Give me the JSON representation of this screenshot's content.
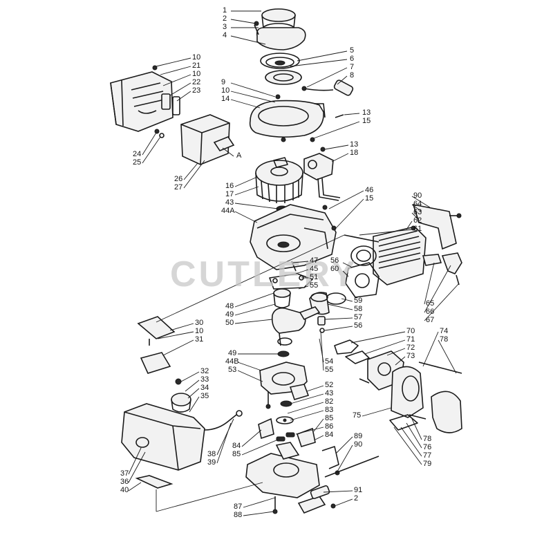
{
  "watermark": "CUTLERY",
  "labels": [
    {
      "id": "l1",
      "text": "1"
    },
    {
      "id": "l2",
      "text": "2"
    },
    {
      "id": "l3",
      "text": "3"
    },
    {
      "id": "l4",
      "text": "4"
    },
    {
      "id": "l5",
      "text": "5"
    },
    {
      "id": "l6",
      "text": "6"
    },
    {
      "id": "l7",
      "text": "7"
    },
    {
      "id": "l8",
      "text": "8"
    },
    {
      "id": "l9",
      "text": "9"
    },
    {
      "id": "l10a",
      "text": "10"
    },
    {
      "id": "l14",
      "text": "14"
    },
    {
      "id": "l13a",
      "text": "13"
    },
    {
      "id": "l15a",
      "text": "15"
    },
    {
      "id": "l10b",
      "text": "10"
    },
    {
      "id": "l21",
      "text": "21"
    },
    {
      "id": "l10c",
      "text": "10"
    },
    {
      "id": "l22",
      "text": "22"
    },
    {
      "id": "l23",
      "text": "23"
    },
    {
      "id": "l24",
      "text": "24"
    },
    {
      "id": "l25",
      "text": "25"
    },
    {
      "id": "l26",
      "text": "26"
    },
    {
      "id": "l27",
      "text": "27"
    },
    {
      "id": "lA",
      "text": "A"
    },
    {
      "id": "l13b",
      "text": "13"
    },
    {
      "id": "l18",
      "text": "18"
    },
    {
      "id": "l16",
      "text": "16"
    },
    {
      "id": "l17",
      "text": "17"
    },
    {
      "id": "l43a",
      "text": "43"
    },
    {
      "id": "l44A",
      "text": "44A"
    },
    {
      "id": "l46",
      "text": "46"
    },
    {
      "id": "l15b",
      "text": "15"
    },
    {
      "id": "l90a",
      "text": "90"
    },
    {
      "id": "l64",
      "text": "64"
    },
    {
      "id": "l63",
      "text": "63"
    },
    {
      "id": "l62",
      "text": "62"
    },
    {
      "id": "l61",
      "text": "61"
    },
    {
      "id": "l47",
      "text": "47"
    },
    {
      "id": "l45",
      "text": "45"
    },
    {
      "id": "l51",
      "text": "51"
    },
    {
      "id": "l55a",
      "text": "55"
    },
    {
      "id": "l56a",
      "text": "56"
    },
    {
      "id": "l60",
      "text": "60"
    },
    {
      "id": "l48",
      "text": "48"
    },
    {
      "id": "l49a",
      "text": "49"
    },
    {
      "id": "l50",
      "text": "50"
    },
    {
      "id": "l59",
      "text": "59"
    },
    {
      "id": "l58",
      "text": "58"
    },
    {
      "id": "l57",
      "text": "57"
    },
    {
      "id": "l56b",
      "text": "56"
    },
    {
      "id": "l65",
      "text": "65"
    },
    {
      "id": "l66",
      "text": "66"
    },
    {
      "id": "l67",
      "text": "67"
    },
    {
      "id": "l30",
      "text": "30"
    },
    {
      "id": "l10d",
      "text": "10"
    },
    {
      "id": "l31",
      "text": "31"
    },
    {
      "id": "l70",
      "text": "70"
    },
    {
      "id": "l71",
      "text": "71"
    },
    {
      "id": "l72",
      "text": "72"
    },
    {
      "id": "l73",
      "text": "73"
    },
    {
      "id": "l74",
      "text": "74"
    },
    {
      "id": "l78a",
      "text": "78"
    },
    {
      "id": "l49b",
      "text": "49"
    },
    {
      "id": "l44B",
      "text": "44B"
    },
    {
      "id": "l53",
      "text": "53"
    },
    {
      "id": "l54",
      "text": "54"
    },
    {
      "id": "l55b",
      "text": "55"
    },
    {
      "id": "l32",
      "text": "32"
    },
    {
      "id": "l33",
      "text": "33"
    },
    {
      "id": "l34",
      "text": "34"
    },
    {
      "id": "l35",
      "text": "35"
    },
    {
      "id": "l52",
      "text": "52"
    },
    {
      "id": "l43b",
      "text": "43"
    },
    {
      "id": "l82",
      "text": "82"
    },
    {
      "id": "l83",
      "text": "83"
    },
    {
      "id": "l75",
      "text": "75"
    },
    {
      "id": "l85a",
      "text": "85"
    },
    {
      "id": "l86",
      "text": "86"
    },
    {
      "id": "l84a",
      "text": "84"
    },
    {
      "id": "l78b",
      "text": "78"
    },
    {
      "id": "l76",
      "text": "76"
    },
    {
      "id": "l77",
      "text": "77"
    },
    {
      "id": "l79",
      "text": "79"
    },
    {
      "id": "l84b",
      "text": "84"
    },
    {
      "id": "l85b",
      "text": "85"
    },
    {
      "id": "l89",
      "text": "89"
    },
    {
      "id": "l90b",
      "text": "90"
    },
    {
      "id": "l38",
      "text": "38"
    },
    {
      "id": "l39",
      "text": "39"
    },
    {
      "id": "l37",
      "text": "37"
    },
    {
      "id": "l36",
      "text": "36"
    },
    {
      "id": "l40",
      "text": "40"
    },
    {
      "id": "l91",
      "text": "91"
    },
    {
      "id": "l2b",
      "text": "2"
    },
    {
      "id": "l87",
      "text": "87"
    },
    {
      "id": "l88",
      "text": "88"
    }
  ]
}
